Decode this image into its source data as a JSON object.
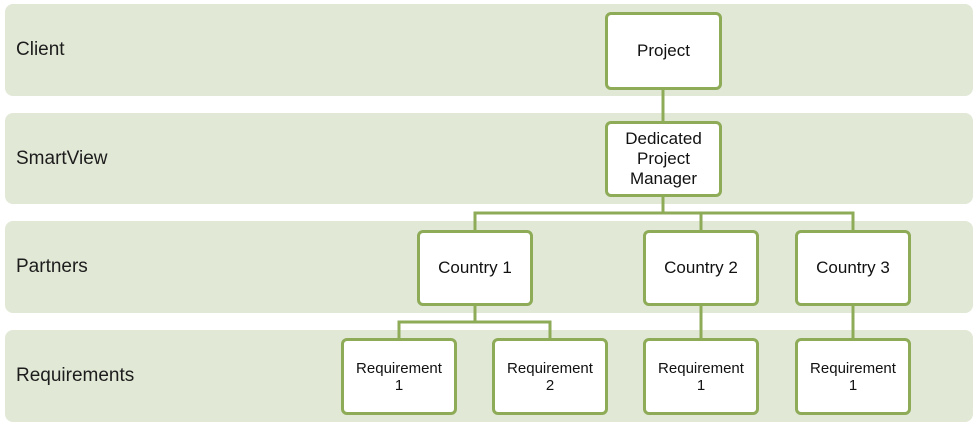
{
  "colors": {
    "band_fill": "#e1e8d6",
    "node_border": "#8eab58",
    "connector": "#8eab58",
    "node_fill": "#ffffff"
  },
  "lanes": [
    {
      "label": "Client"
    },
    {
      "label": "SmartView"
    },
    {
      "label": "Partners"
    },
    {
      "label": "Requirements"
    }
  ],
  "nodes": {
    "project": {
      "label": "Project"
    },
    "project_manager": {
      "label": "Dedicated\nProject\nManager"
    },
    "country_1": {
      "label": "Country 1"
    },
    "country_2": {
      "label": "Country 2"
    },
    "country_3": {
      "label": "Country 3"
    },
    "c1_requirement_1": {
      "label": "Requirement\n1"
    },
    "c1_requirement_2": {
      "label": "Requirement\n2"
    },
    "c2_requirement_1": {
      "label": "Requirement\n1"
    },
    "c3_requirement_1": {
      "label": "Requirement\n1"
    }
  },
  "edges": [
    {
      "from": "project",
      "to": "project_manager"
    },
    {
      "from": "project_manager",
      "to": "country_1"
    },
    {
      "from": "project_manager",
      "to": "country_2"
    },
    {
      "from": "project_manager",
      "to": "country_3"
    },
    {
      "from": "country_1",
      "to": "c1_requirement_1"
    },
    {
      "from": "country_1",
      "to": "c1_requirement_2"
    },
    {
      "from": "country_2",
      "to": "c2_requirement_1"
    },
    {
      "from": "country_3",
      "to": "c3_requirement_1"
    }
  ]
}
